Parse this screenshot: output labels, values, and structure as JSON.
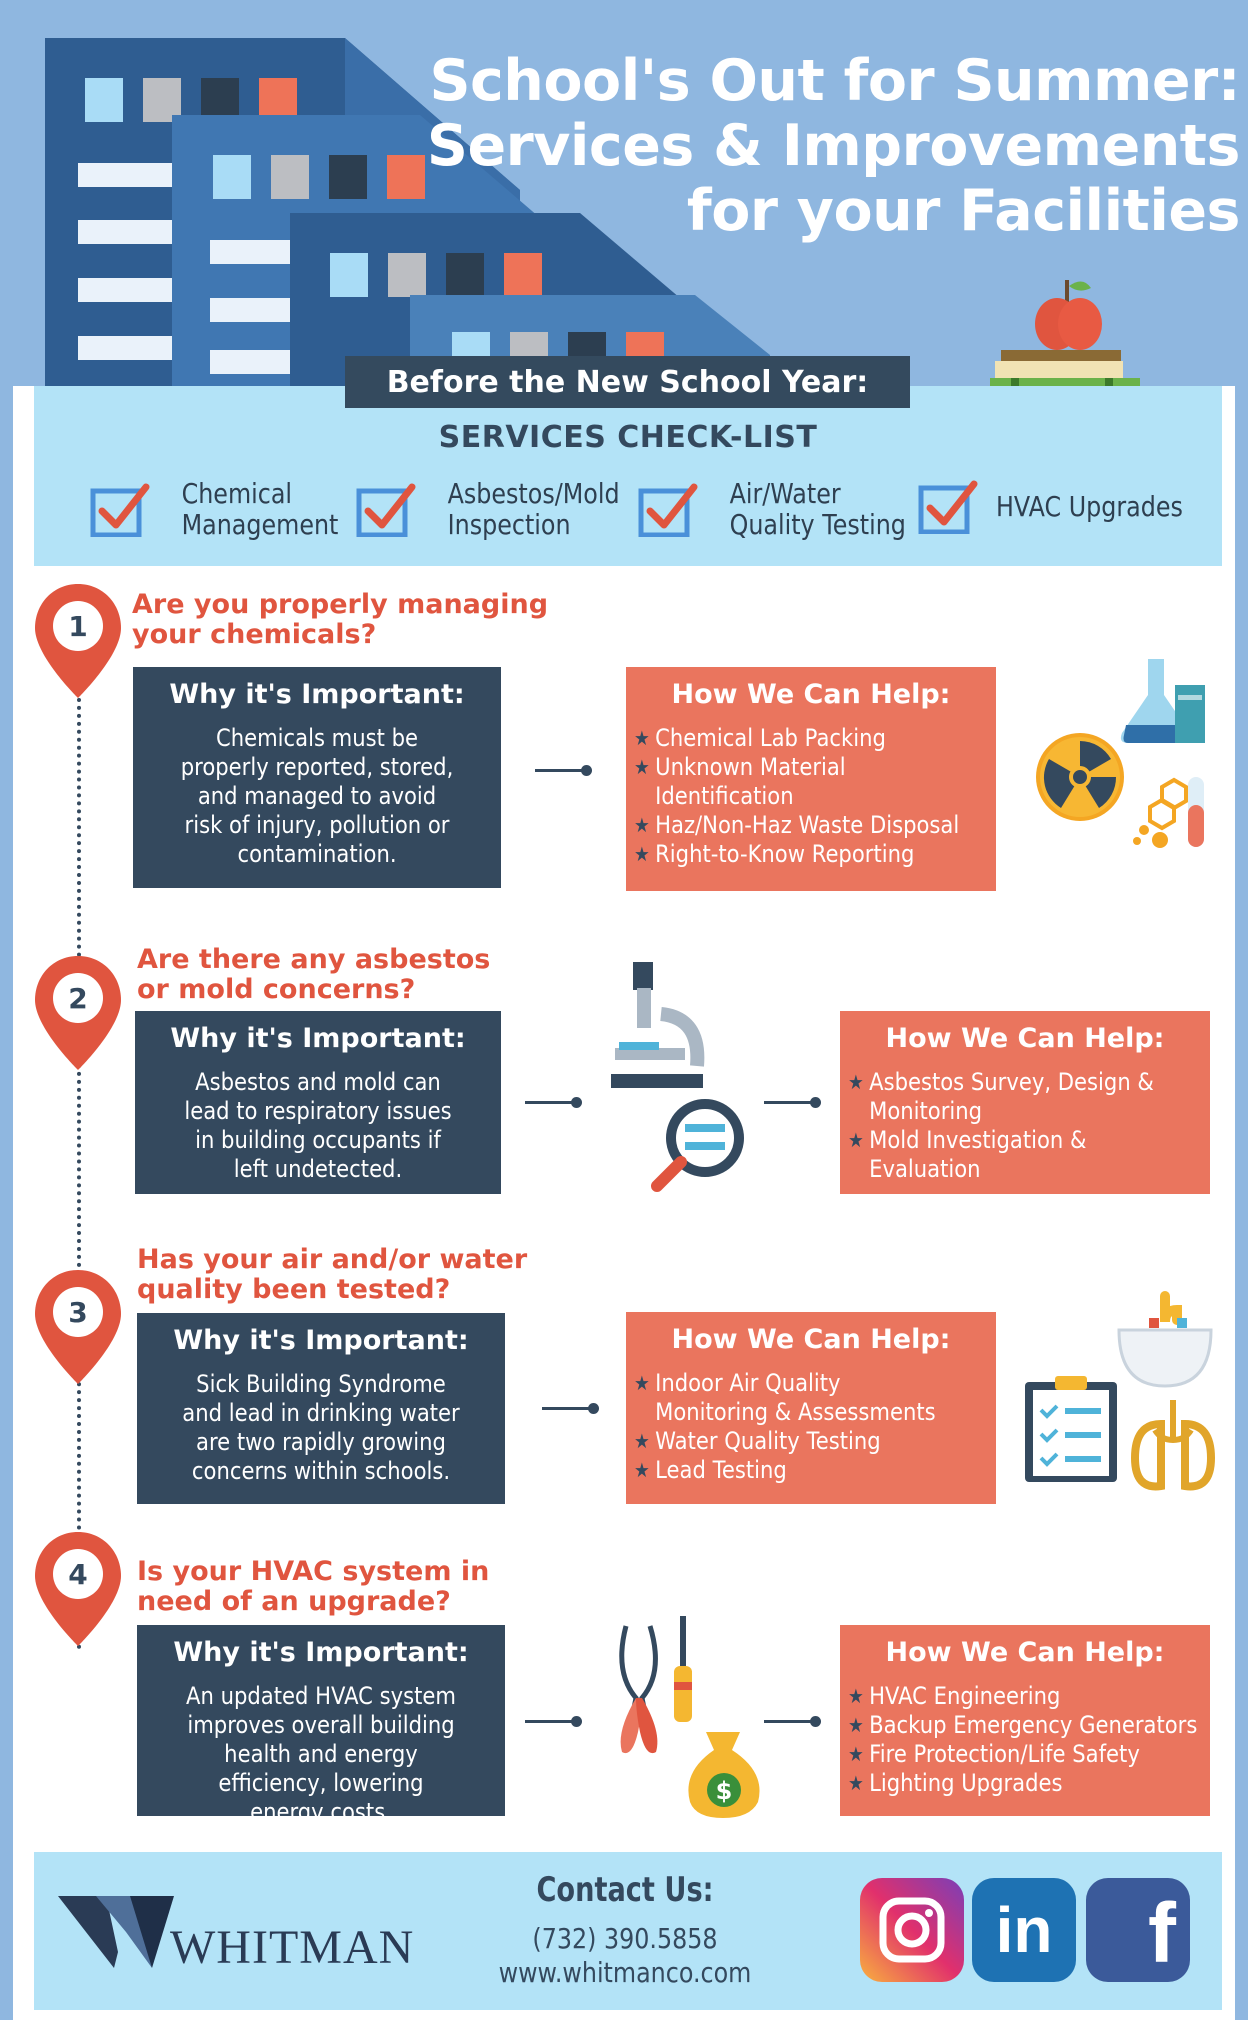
{
  "header": {
    "title_lines": [
      "School's Out for Summer:",
      "Services & Improvements",
      "for your Facilities"
    ],
    "subtitle_bar": "Before the New School Year:"
  },
  "checklist": {
    "title": "SERVICES CHECK-LIST",
    "items": [
      {
        "line1": "Chemical",
        "line2": "Management"
      },
      {
        "line1": "Asbestos/Mold",
        "line2": "Inspection"
      },
      {
        "line1": "Air/Water",
        "line2": "Quality Testing"
      },
      {
        "line1": "HVAC Upgrades",
        "line2": ""
      }
    ]
  },
  "sections": [
    {
      "number": "1",
      "question": [
        "Are you properly managing",
        "your chemicals?"
      ],
      "why_title": "Why it's Important:",
      "why_text": "Chemicals must be properly reported, stored, and managed to avoid risk of injury, pollution or contamination.",
      "help_title": "How We Can Help:",
      "help_items": [
        "Chemical Lab Packing",
        "Unknown Material",
        "Identification",
        "Haz/Non-Haz Waste Disposal",
        "Right-to-Know Reporting"
      ]
    },
    {
      "number": "2",
      "question": [
        "Are there any asbestos",
        "or mold concerns?"
      ],
      "why_title": "Why it's Important:",
      "why_text": "Asbestos and mold can lead to respiratory issues in building occupants if left undetected.",
      "help_title": "How We Can Help:",
      "help_items": [
        "Asbestos Survey, Design &",
        "Monitoring",
        "Mold Investigation &",
        "Evaluation"
      ]
    },
    {
      "number": "3",
      "question": [
        "Has your air and/or water",
        "quality been tested?"
      ],
      "why_title": "Why it's Important:",
      "why_text": "Sick Building Syndrome and lead in drinking water are two rapidly growing concerns within schools.",
      "help_title": "How We Can Help:",
      "help_items": [
        "Indoor Air Quality",
        "Monitoring & Assessments",
        "Water Quality Testing",
        "Lead Testing"
      ]
    },
    {
      "number": "4",
      "question": [
        "Is your HVAC system in",
        "need of an upgrade?"
      ],
      "why_title": "Why it's Important:",
      "why_text": "An updated HVAC system improves overall building health and energy efficiency, lowering energy costs.",
      "help_title": "How We Can Help:",
      "help_items": [
        "HVAC Engineering",
        "Backup Emergency Generators",
        "Fire Protection/Life Safety",
        "Lighting Upgrades"
      ]
    }
  ],
  "footer": {
    "brand": "WHITMAN",
    "contact_title": "Contact Us:",
    "phone": "(732) 390.5858",
    "website": "www.whitmanco.com",
    "social": [
      "instagram-icon",
      "linkedin-icon",
      "facebook-icon"
    ]
  },
  "colors": {
    "navy": "#34495e",
    "coral": "#ea755e",
    "red_text": "#e0553f",
    "light_blue": "#b3e3f7",
    "sky": "#8fb7e0"
  }
}
